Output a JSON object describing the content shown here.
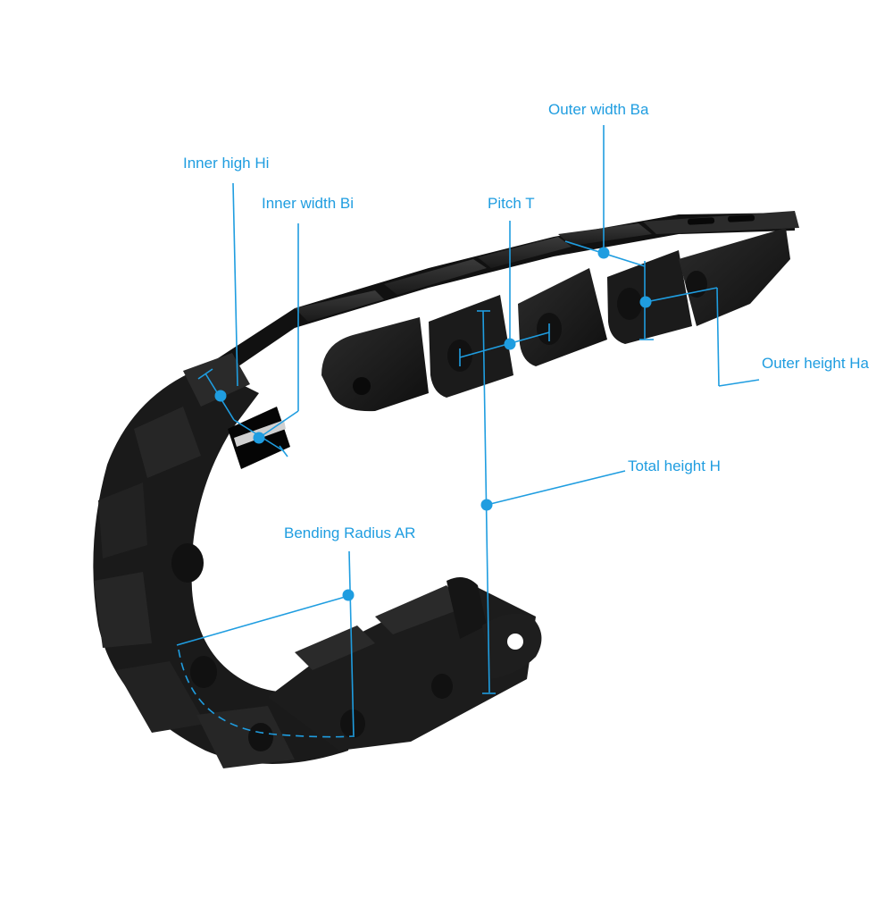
{
  "accent_color": "#1f9de0",
  "body_color": "#1c1c1c",
  "labels": {
    "inner_high": "Inner high Hi",
    "inner_width": "Inner width Bi",
    "pitch": "Pitch T",
    "outer_width": "Outer width Ba",
    "outer_height": "Outer height Ha",
    "total_height": "Total height H",
    "bending_radius": "Bending Radius AR"
  }
}
